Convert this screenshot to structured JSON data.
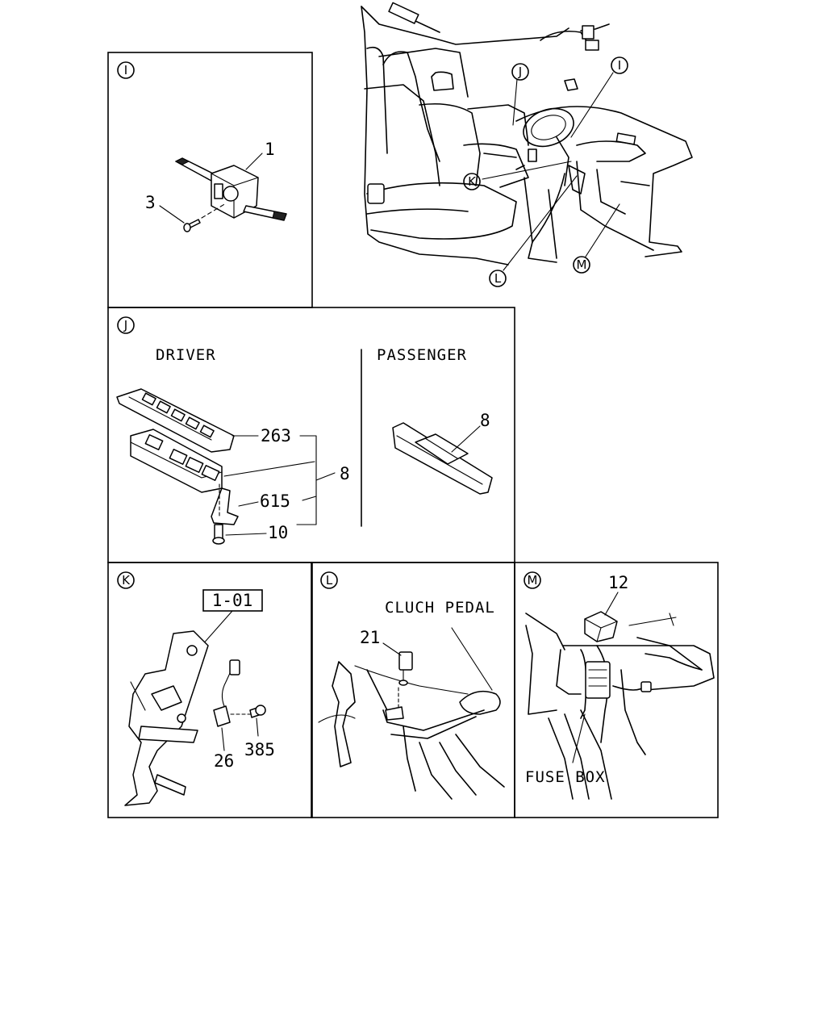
{
  "views": {
    "overview": {
      "callouts": [
        "I",
        "J",
        "K",
        "L",
        "M"
      ]
    },
    "I": {
      "marker": "I",
      "parts": [
        "1",
        "3"
      ]
    },
    "J": {
      "marker": "J",
      "driver_caption": "DRIVER",
      "passenger_caption": "PASSENGER",
      "driver_parts": [
        "263",
        "8",
        "615",
        "10"
      ],
      "passenger_parts": [
        "8"
      ]
    },
    "K": {
      "marker": "K",
      "ref_box": "1-01",
      "parts": [
        "26",
        "385"
      ]
    },
    "L": {
      "marker": "L",
      "caption": "CLUCH PEDAL",
      "parts": [
        "21"
      ]
    },
    "M": {
      "marker": "M",
      "caption": "FUSE BOX",
      "parts": [
        "12"
      ]
    }
  }
}
